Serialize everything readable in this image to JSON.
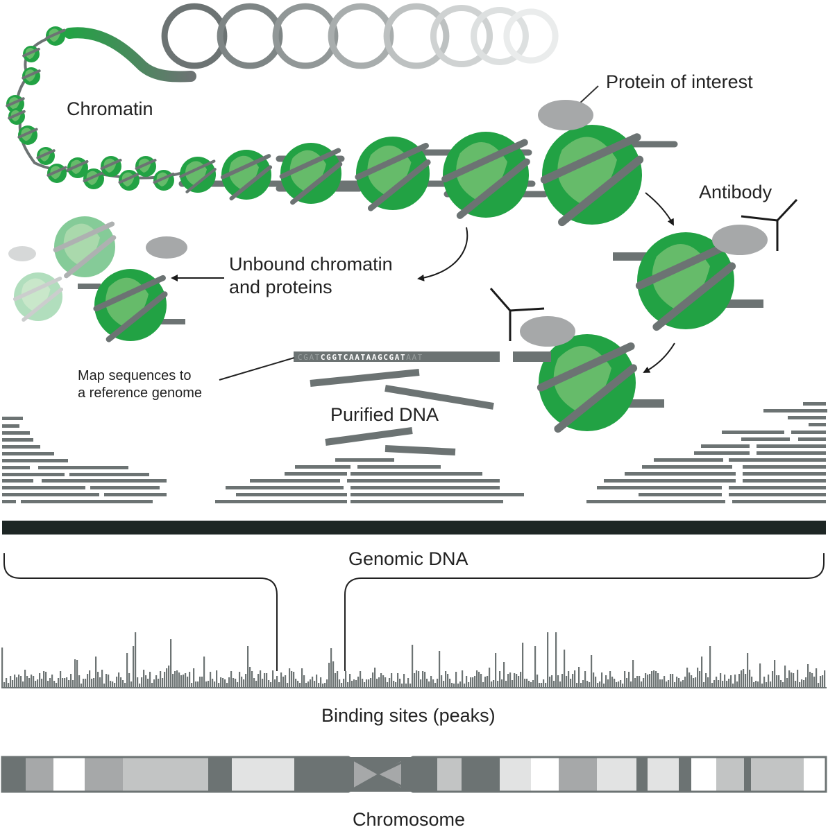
{
  "labels": {
    "chromatin": "Chromatin",
    "protein_of_interest": "Protein of interest",
    "antibody": "Antibody",
    "unbound": [
      "Unbound chromatin",
      "and proteins"
    ],
    "map_sequences": [
      "Map sequences to",
      "a reference genome"
    ],
    "purified_dna": "Purified DNA",
    "genomic_dna": "Genomic DNA",
    "binding_sites": "Binding sites (peaks)",
    "chromosome": "Chromosome"
  },
  "sequence_read": {
    "faded_prefix": "CGAT",
    "bold_middle": "CGGTCAATAAGCGAT",
    "faded_suffix": "AAT"
  },
  "colors": {
    "green_dark": "#22a244",
    "green_light": "#66bb6a",
    "gray_dark": "#6c7373",
    "gray_protein": "#a6a8a9",
    "genome_bar": "#1d2624",
    "text": "#222222"
  }
}
